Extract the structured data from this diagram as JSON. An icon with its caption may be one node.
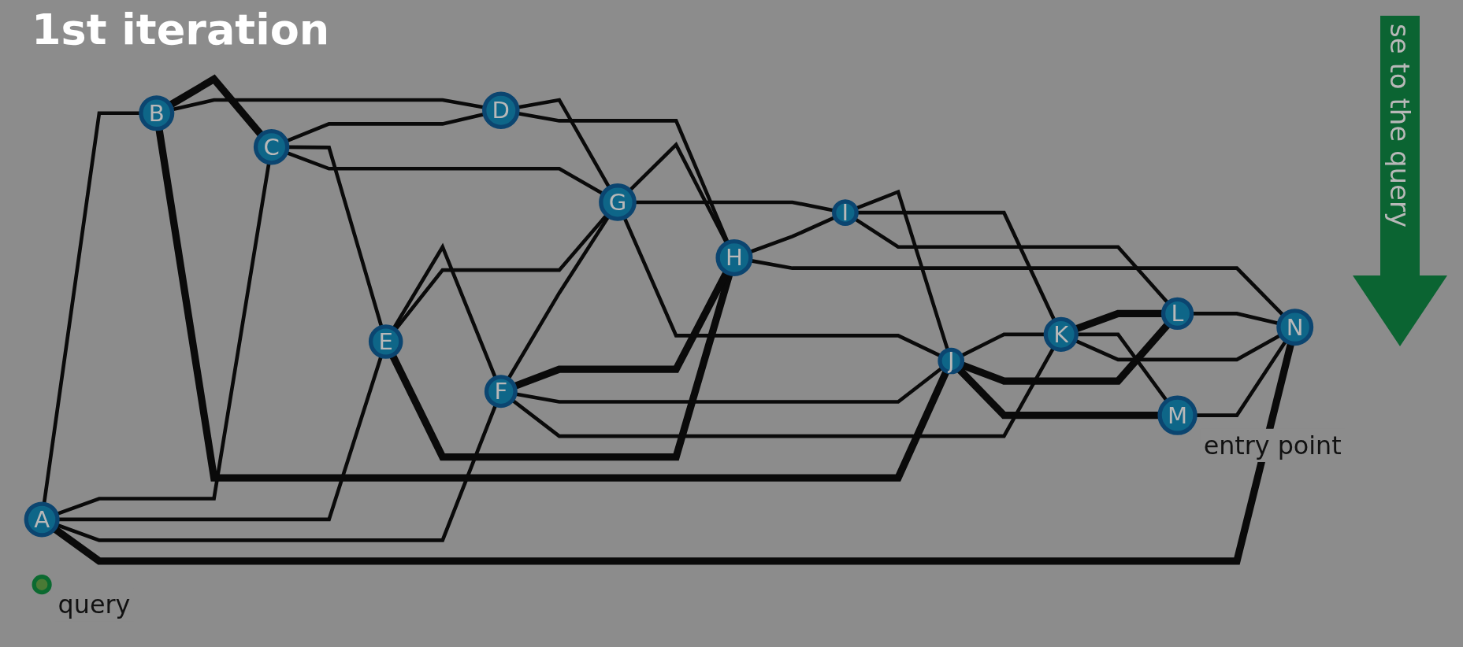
{
  "diagram": {
    "title": "1st iteration",
    "nodes": [
      {
        "text": [
          "A"
        ]
      },
      {
        "text": [
          "B"
        ]
      },
      {
        "text": [
          "C"
        ]
      },
      {
        "text": [
          "D"
        ]
      },
      {
        "text": [
          "E"
        ]
      },
      {
        "text": [
          "F"
        ]
      },
      {
        "text": [
          "G"
        ]
      },
      {
        "text": [
          "H"
        ]
      },
      {
        "text": [
          "I"
        ]
      },
      {
        "text": [
          "J"
        ]
      },
      {
        "text": [
          "K"
        ]
      },
      {
        "text": [
          "L"
        ]
      },
      {
        "text": [
          "M"
        ],
        "beside": [
          "entry point"
        ]
      },
      {
        "text": [
          "N"
        ]
      },
      {
        "text": [],
        "shape": "circle",
        "beside": [
          "query"
        ]
      }
    ],
    "edges": [
      {
        "from": 0,
        "to": 1,
        "arrow": "none"
      },
      {
        "from": 0,
        "to": 2,
        "arrow": "none"
      },
      {
        "from": 0,
        "to": 4,
        "arrow": "none"
      },
      {
        "from": 0,
        "to": 5,
        "arrow": "none"
      },
      {
        "from": 0,
        "to": 13,
        "arrow": "none",
        "style": "thick"
      },
      {
        "from": 1,
        "to": 2,
        "arrow": "none",
        "style": "thick"
      },
      {
        "from": 1,
        "to": 3,
        "arrow": "none"
      },
      {
        "from": 1,
        "to": 9,
        "arrow": "none",
        "style": "thick"
      },
      {
        "from": 2,
        "to": 3,
        "arrow": "none"
      },
      {
        "from": 2,
        "to": 4,
        "arrow": "none"
      },
      {
        "from": 2,
        "to": 6,
        "arrow": "none"
      },
      {
        "from": 3,
        "to": 6,
        "arrow": "none"
      },
      {
        "from": 3,
        "to": 7,
        "arrow": "none"
      },
      {
        "from": 4,
        "to": 5,
        "arrow": "none"
      },
      {
        "from": 4,
        "to": 6,
        "arrow": "none"
      },
      {
        "from": 4,
        "to": 7,
        "arrow": "none",
        "style": "thick"
      },
      {
        "from": 5,
        "to": 6,
        "arrow": "none"
      },
      {
        "from": 5,
        "to": 7,
        "arrow": "none",
        "style": "thick"
      },
      {
        "from": 5,
        "to": 9,
        "arrow": "none"
      },
      {
        "from": 5,
        "to": 10,
        "arrow": "none"
      },
      {
        "from": 6,
        "to": 7,
        "arrow": "none"
      },
      {
        "from": 6,
        "to": 8,
        "arrow": "none"
      },
      {
        "from": 6,
        "to": 9,
        "arrow": "none"
      },
      {
        "from": 7,
        "to": 8,
        "arrow": "none"
      },
      {
        "from": 7,
        "to": 13,
        "arrow": "none"
      },
      {
        "from": 8,
        "to": 9,
        "arrow": "none"
      },
      {
        "from": 8,
        "to": 10,
        "arrow": "none"
      },
      {
        "from": 8,
        "to": 11,
        "arrow": "none"
      },
      {
        "from": 9,
        "to": 10,
        "arrow": "none"
      },
      {
        "from": 9,
        "to": 11,
        "arrow": "none",
        "style": "thick"
      },
      {
        "from": 9,
        "to": 12,
        "arrow": "none",
        "style": "thick"
      },
      {
        "from": 10,
        "to": 11,
        "arrow": "none",
        "style": "thick"
      },
      {
        "from": 10,
        "to": 12,
        "arrow": "none"
      },
      {
        "from": 10,
        "to": 13,
        "arrow": "none"
      },
      {
        "from": 11,
        "to": 13,
        "arrow": "none"
      },
      {
        "from": 12,
        "to": 13,
        "arrow": "none"
      }
    ],
    "labels": [
      "se to the query"
    ]
  }
}
